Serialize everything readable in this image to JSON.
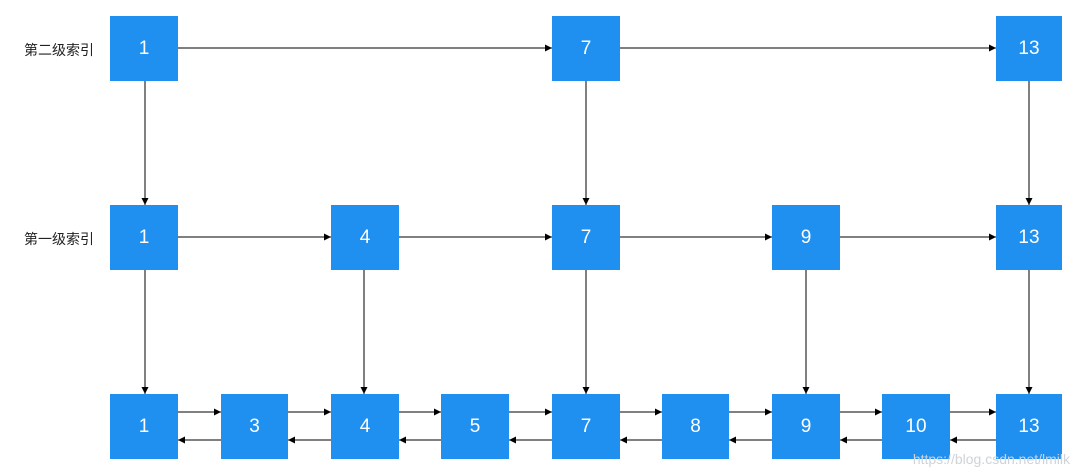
{
  "levels": {
    "second": {
      "label": "第二级索引",
      "nodes": [
        "1",
        "7",
        "13"
      ]
    },
    "first": {
      "label": "第一级索引",
      "nodes": [
        "1",
        "4",
        "7",
        "9",
        "13"
      ]
    },
    "base": {
      "nodes": [
        "1",
        "3",
        "4",
        "5",
        "7",
        "8",
        "9",
        "10",
        "13"
      ]
    }
  },
  "watermark": "https://blog.csdn.net/lmilk",
  "colors": {
    "node": "#1f8ff0",
    "node_text": "#ffffff",
    "arrow": "#000000"
  }
}
